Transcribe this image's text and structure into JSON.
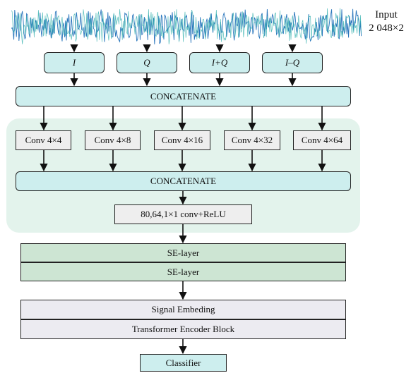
{
  "input": {
    "title": "Input",
    "shape": "2 048×2"
  },
  "channels": [
    {
      "label": "I"
    },
    {
      "label": "Q"
    },
    {
      "label": "I+Q"
    },
    {
      "label": "I–Q"
    }
  ],
  "concat1": "CONCATENATE",
  "convs": [
    {
      "label": "Conv 4×4"
    },
    {
      "label": "Conv 4×8"
    },
    {
      "label": "Conv 4×16"
    },
    {
      "label": "Conv 4×32"
    },
    {
      "label": "Conv 4×64"
    }
  ],
  "concat2": "CONCATENATE",
  "conv1x1": "80,64,1×1 conv+ReLU",
  "se_layers": [
    "SE-layer",
    "SE-layer"
  ],
  "embedding": "Signal Embeding",
  "transformer": "Transformer Encoder Block",
  "classifier": "Classifier",
  "colors": {
    "signal_blue": "#1f6fb8",
    "signal_teal": "#3bb3b0",
    "module_bg": "#e3f3ec",
    "teal_box": "#cdeeee",
    "se_box": "#cde5d3",
    "encoder_box": "#ecebf1"
  }
}
